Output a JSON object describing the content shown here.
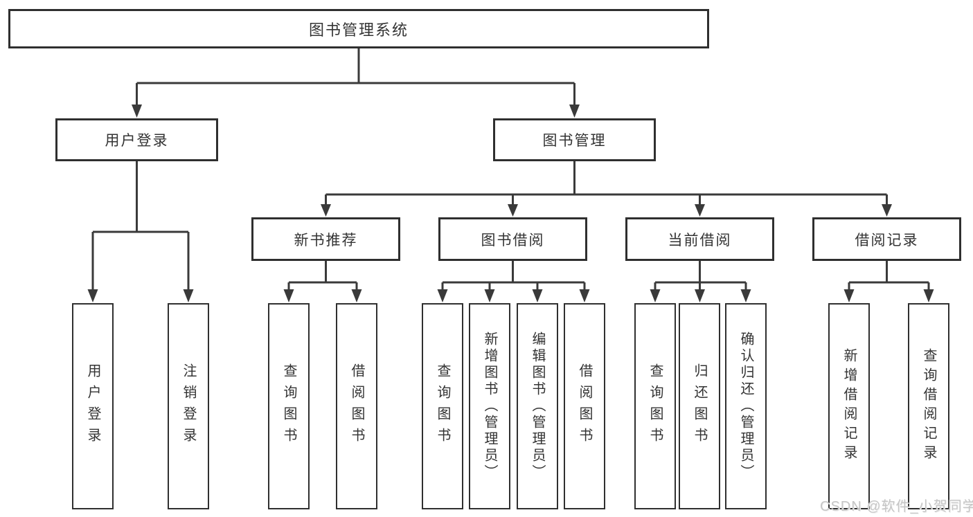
{
  "diagram": {
    "title": "图书管理系统",
    "level2": {
      "user_login": "用户登录",
      "book_mgmt": "图书管理"
    },
    "level3": {
      "new_book": "新书推荐",
      "book_borrow": "图书借阅",
      "current_borrow": "当前借阅",
      "borrow_record": "借阅记录"
    },
    "leaves": [
      {
        "label": "用户登录",
        "parent": "用户登录"
      },
      {
        "label": "注销登录",
        "parent": "用户登录"
      },
      {
        "label": "查询图书",
        "parent": "新书推荐"
      },
      {
        "label": "借阅图书",
        "parent": "新书推荐"
      },
      {
        "label": "查询图书",
        "parent": "图书借阅"
      },
      {
        "label": "新增图书（管理员）",
        "parent": "图书借阅"
      },
      {
        "label": "编辑图书（管理员）",
        "parent": "图书借阅"
      },
      {
        "label": "借阅图书",
        "parent": "图书借阅"
      },
      {
        "label": "查询图书",
        "parent": "当前借阅"
      },
      {
        "label": "归还图书",
        "parent": "当前借阅"
      },
      {
        "label": "确认归还（管理员）",
        "parent": "当前借阅"
      },
      {
        "label": "新增借阅记录",
        "parent": "借阅记录"
      },
      {
        "label": "查询借阅记录",
        "parent": "借阅记录"
      }
    ],
    "watermark": "CSDN @软件_小贺同学",
    "colors": {
      "line": "#3a3a3a",
      "border": "#2f2f2f",
      "text": "#333333",
      "watermark_text": "#c6c6c6"
    }
  }
}
